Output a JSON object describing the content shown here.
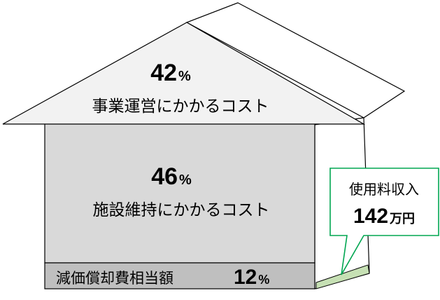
{
  "diagram": {
    "roof": {
      "percent": "42",
      "percent_unit": "%",
      "label": "事業運営にかかるコスト"
    },
    "wall": {
      "percent": "46",
      "percent_unit": "%",
      "label": "施設維持にかかるコスト"
    },
    "base": {
      "label": "減価償却費相当額",
      "percent": "12",
      "percent_unit": "%"
    },
    "callout": {
      "label": "使用料収入",
      "amount": "142",
      "amount_unit": "万円"
    },
    "colors": {
      "roof_fill": "#f2f2f2",
      "wall_fill": "#d9d9d9",
      "base_fill": "#bfbfbf",
      "side_strip": "#c6e0b4",
      "callout_border": "#00a651",
      "outline": "#000000"
    }
  }
}
